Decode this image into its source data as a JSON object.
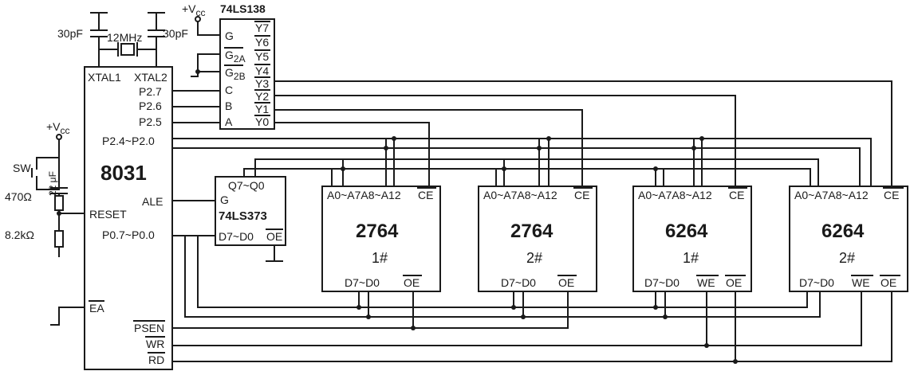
{
  "mcu": {
    "name": "8031",
    "xtal1": "XTAL1",
    "xtal2": "XTAL2",
    "p27": "P2.7",
    "p26": "P2.6",
    "p25": "P2.5",
    "p2": "P2.4~P2.0",
    "ale": "ALE",
    "reset": "RESET",
    "p0": "P0.7~P0.0",
    "ea": "EA",
    "psen": "PSEN",
    "wr": "WR",
    "rd": "RD"
  },
  "clock": {
    "cap1": "30pF",
    "cap2": "30pF",
    "crystal": "12MHz"
  },
  "reset_circuit": {
    "vcc": "+V",
    "vcc_sub": "cc",
    "sw": "SW",
    "r1": "470Ω",
    "cap": "22 μF",
    "r2": "8.2kΩ"
  },
  "decoder": {
    "name": "74LS138",
    "vcc": "+V",
    "vcc_sub": "cc",
    "g": "G",
    "g2a": "G",
    "g2a_sub": "2A",
    "g2b": "G",
    "g2b_sub": "2B",
    "c": "C",
    "b": "B",
    "a": "A",
    "y7": "Y7",
    "y6": "Y6",
    "y5": "Y5",
    "y4": "Y4",
    "y3": "Y3",
    "y2": "Y2",
    "y1": "Y1",
    "y0": "Y0"
  },
  "latch": {
    "name": "74LS373",
    "q": "Q7~Q0",
    "g": "G",
    "d": "D7~D0",
    "oe": "OE"
  },
  "memories": [
    {
      "type": "2764",
      "index": "1#",
      "addr": "A0~A7A8~A12",
      "ce": "CE",
      "data": "D7~D0",
      "we": "",
      "oe": "OE"
    },
    {
      "type": "2764",
      "index": "2#",
      "addr": "A0~A7A8~A12",
      "ce": "CE",
      "data": "D7~D0",
      "we": "",
      "oe": "OE"
    },
    {
      "type": "6264",
      "index": "1#",
      "addr": "A0~A7A8~A12",
      "ce": "CE",
      "data": "D7~D0",
      "we": "WE",
      "oe": "OE"
    },
    {
      "type": "6264",
      "index": "2#",
      "addr": "A0~A7A8~A12",
      "ce": "CE",
      "data": "D7~D0",
      "we": "WE",
      "oe": "OE"
    }
  ]
}
